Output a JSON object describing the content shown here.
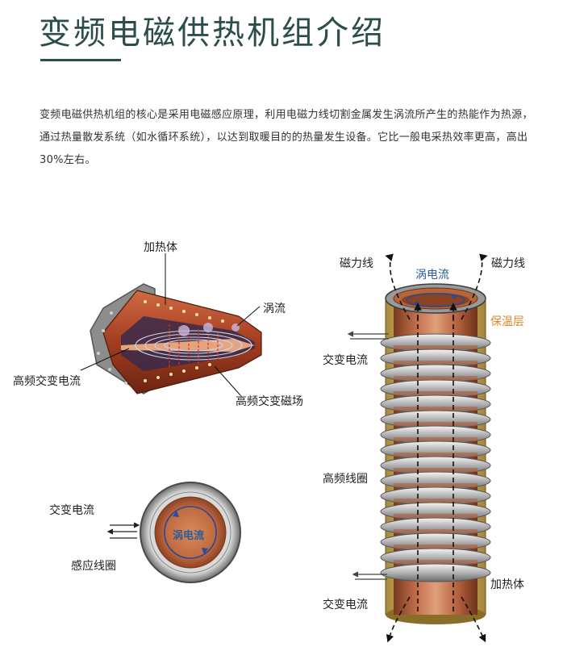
{
  "title": "变频电磁供热机组介绍",
  "intro": "变频电磁供热机组的核心是采用电磁感应原理，利用电磁力线切割金属发生涡流所产生的热能作为热源，通过热量散发系统（如水循环系统），以达到取暖目的的热量发生设备。它比一般电采热效率更高，高出30%左右。",
  "diagram1": {
    "label_heater": "加热体",
    "label_eddy": "涡流",
    "label_current": "高频交变电流",
    "label_field": "高频交变磁场"
  },
  "diagram2": {
    "label_current": "交变电流",
    "label_coil": "感应线圈",
    "label_eddy": "涡电流"
  },
  "diagram3": {
    "label_flux_left": "磁力线",
    "label_flux_right": "磁力线",
    "label_eddy": "涡电流",
    "label_insulation": "保温层",
    "label_current_top": "交变电流",
    "label_coil": "高频线圈",
    "label_heater": "加热体",
    "label_current_bottom": "交变电流"
  },
  "colors": {
    "accent": "#2c4e4a",
    "copper": "#c06a3f",
    "insulation_label": "#e2892c",
    "eddy_label": "#2a5c9a"
  }
}
